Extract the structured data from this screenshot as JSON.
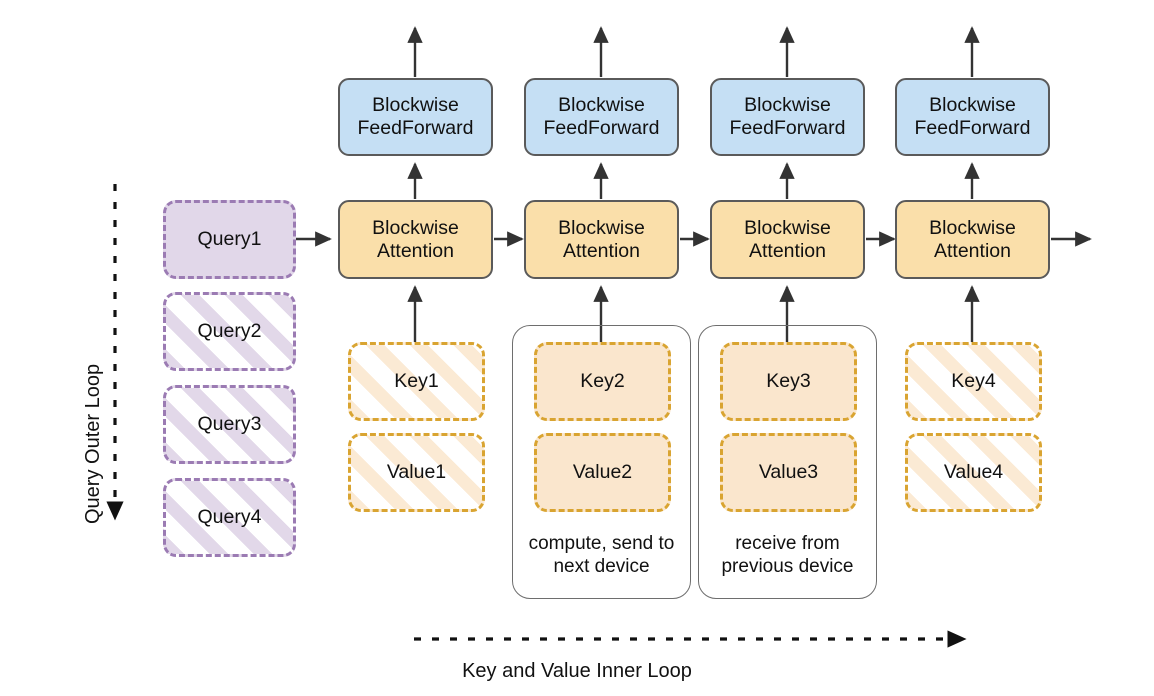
{
  "diagram": {
    "title": "Blockwise Ring Attention Parallelism Diagram",
    "colors": {
      "feedforward_fill": "#c5dff4",
      "attention_fill": "#fadfaa",
      "query_fill": "#e1d7e9",
      "keyvalue_fill": "#fae6cd",
      "block_stroke": "#5a5a5a",
      "query_stroke": "#9b7bb3",
      "keyvalue_stroke": "#d9a431",
      "arrow_stroke": "#333333",
      "group_stroke": "#6e6e6e"
    },
    "axis_labels": {
      "outer_loop": "Query Outer Loop",
      "inner_loop": "Key and Value Inner Loop"
    },
    "queries": [
      {
        "label": "Query1",
        "state": "active"
      },
      {
        "label": "Query2",
        "state": "pending"
      },
      {
        "label": "Query3",
        "state": "pending"
      },
      {
        "label": "Query4",
        "state": "pending"
      }
    ],
    "columns": [
      {
        "index": 1,
        "feedforward": "Blockwise\nFeedForward",
        "feedforward_line1": "Blockwise",
        "feedforward_line2": "FeedForward",
        "attention_line1": "Blockwise",
        "attention_line2": "Attention",
        "key": "Key1",
        "value": "Value1",
        "kv_state": "pending",
        "device_caption": ""
      },
      {
        "index": 2,
        "feedforward_line1": "Blockwise",
        "feedforward_line2": "FeedForward",
        "attention_line1": "Blockwise",
        "attention_line2": "Attention",
        "key": "Key2",
        "value": "Value2",
        "kv_state": "active",
        "device_caption": "compute, send to next device"
      },
      {
        "index": 3,
        "feedforward_line1": "Blockwise",
        "feedforward_line2": "FeedForward",
        "attention_line1": "Blockwise",
        "attention_line2": "Attention",
        "key": "Key3",
        "value": "Value3",
        "kv_state": "active",
        "device_caption": "receive from previous device"
      },
      {
        "index": 4,
        "feedforward_line1": "Blockwise",
        "feedforward_line2": "FeedForward",
        "attention_line1": "Blockwise",
        "attention_line2": "Attention",
        "key": "Key4",
        "value": "Value4",
        "kv_state": "pending",
        "device_caption": ""
      }
    ]
  }
}
